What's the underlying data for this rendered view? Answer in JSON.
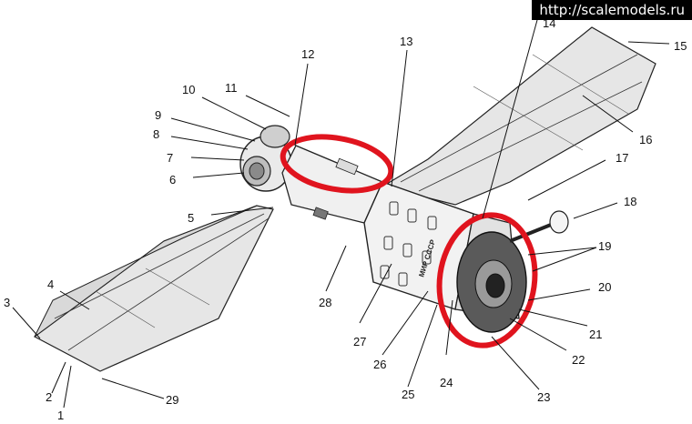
{
  "watermark": "http://scalemodels.ru",
  "callouts": [
    "1",
    "2",
    "3",
    "4",
    "5",
    "6",
    "7",
    "8",
    "9",
    "10",
    "11",
    "12",
    "13",
    "14",
    "15",
    "16",
    "17",
    "18",
    "19",
    "20",
    "21",
    "22",
    "23",
    "24",
    "25",
    "26",
    "27",
    "28",
    "29"
  ],
  "module_lettering": "МИР СССР",
  "colors": {
    "ink": "#111111",
    "panel": "#e8e8e8",
    "highlight": "#e0141e",
    "paper": "#ffffff"
  }
}
